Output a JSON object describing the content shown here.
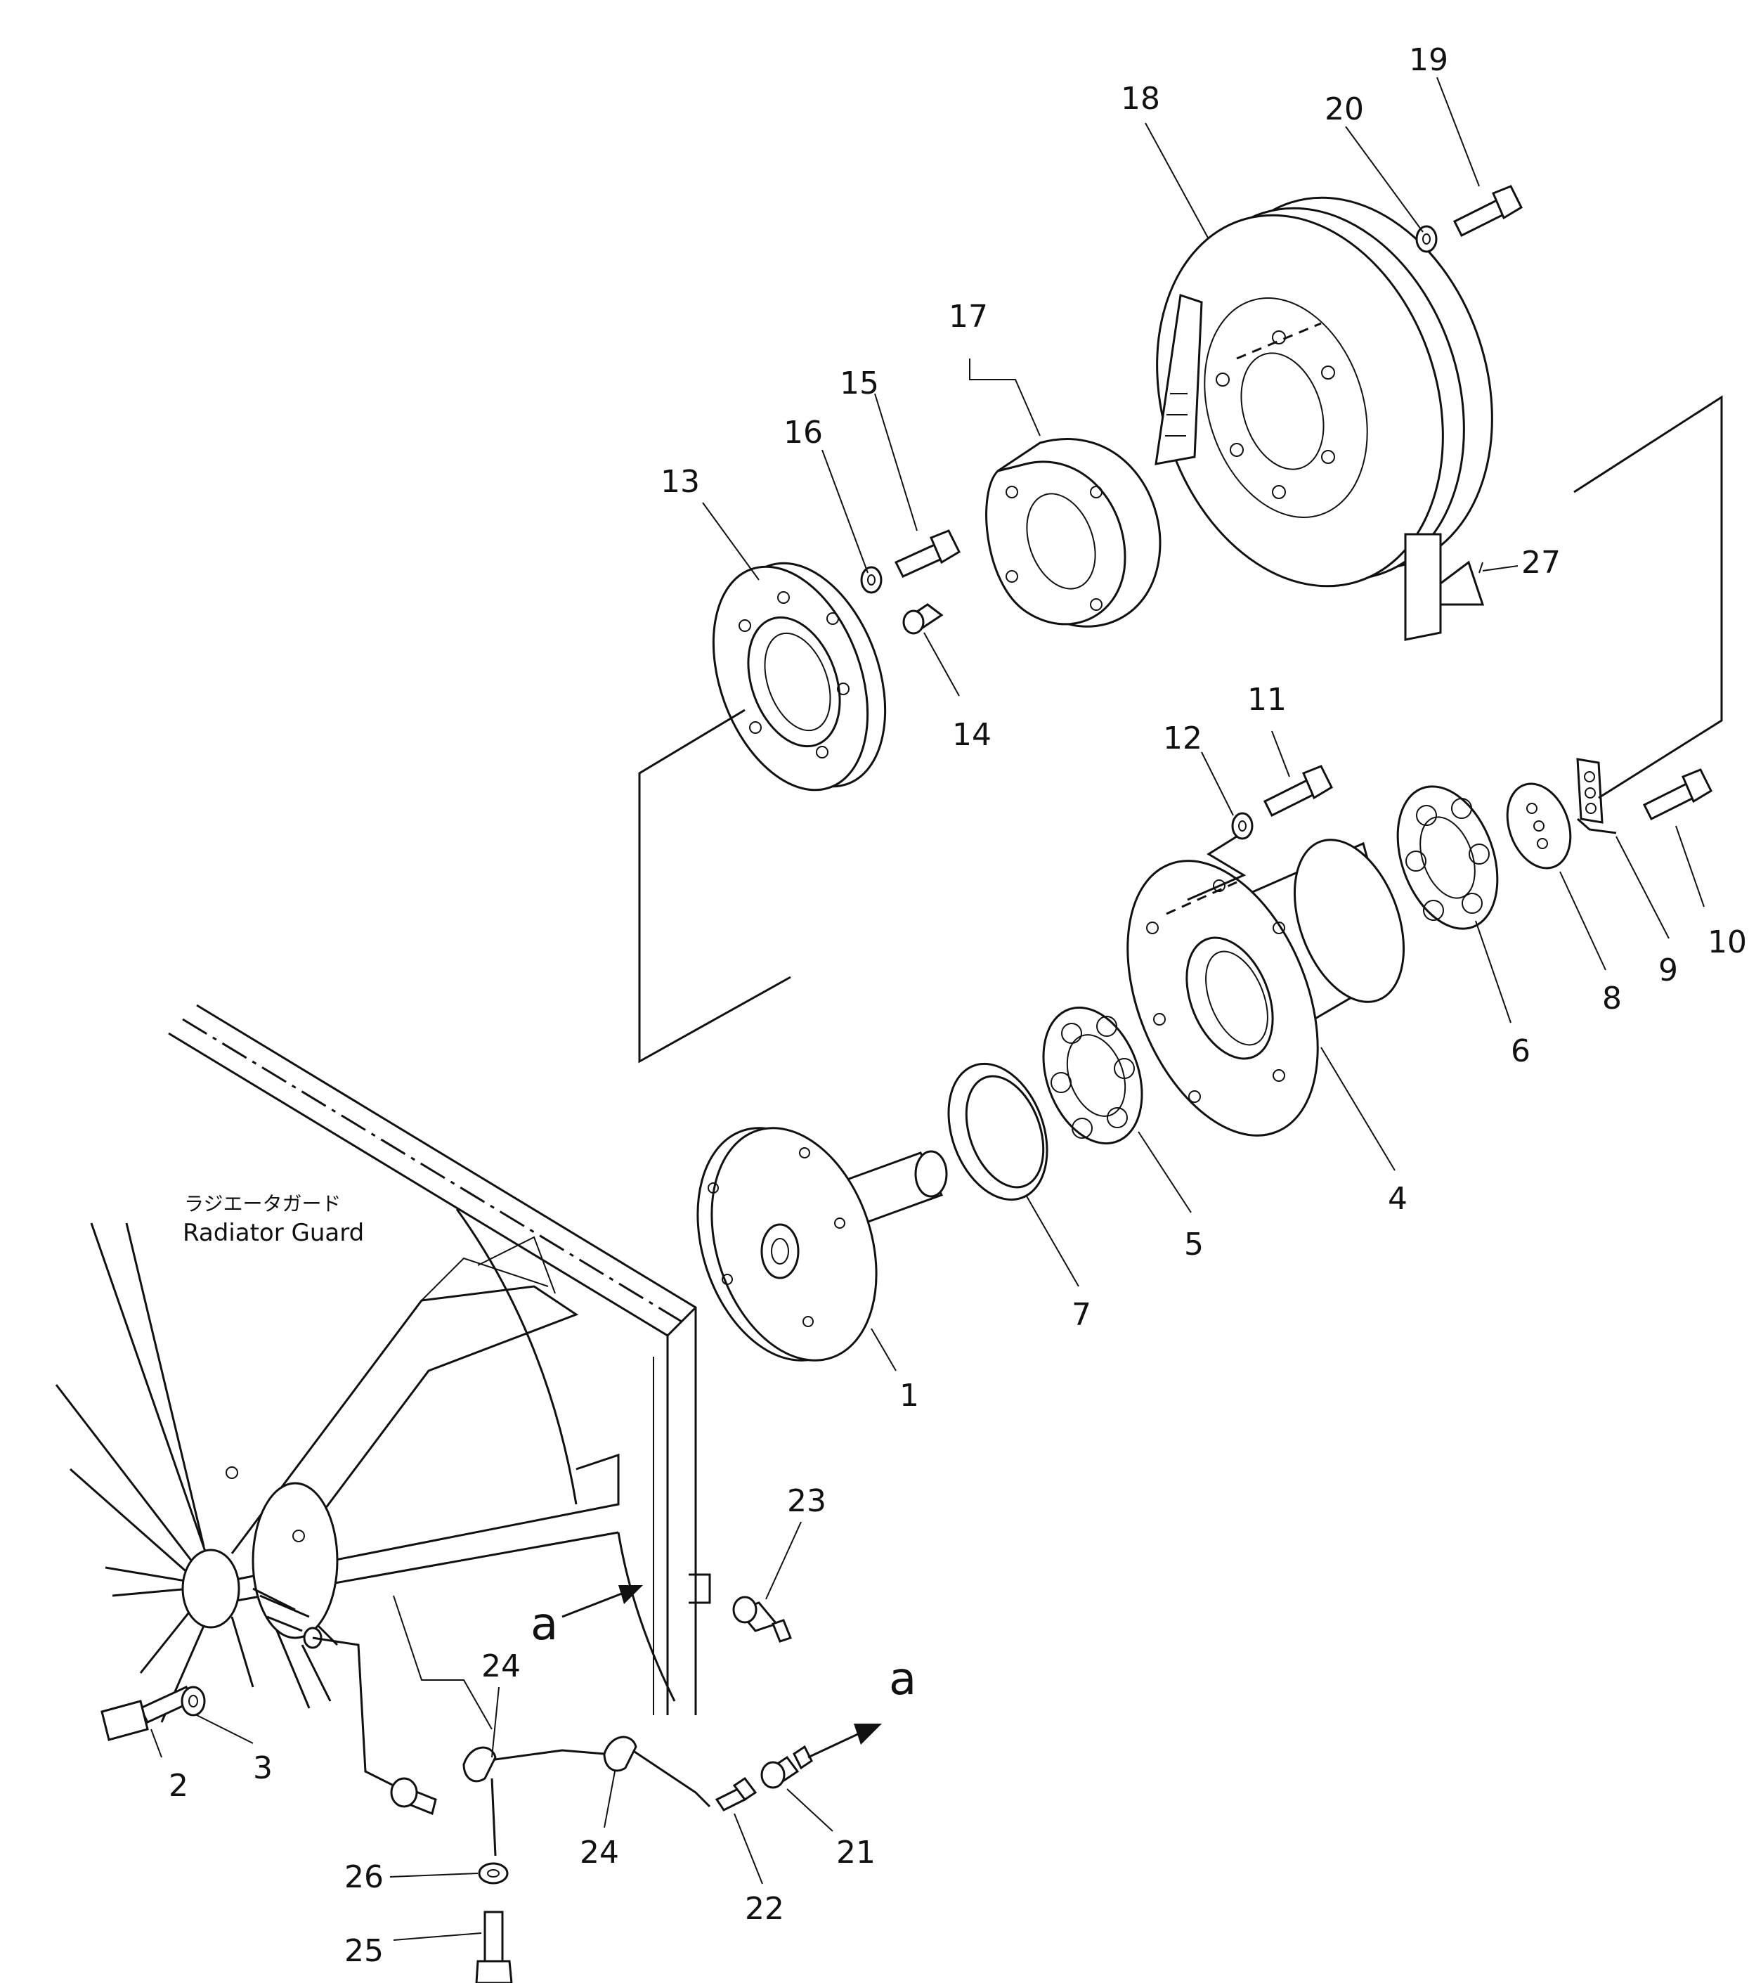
{
  "diagram": {
    "radiator_guard_label_jp": "ラジエータガード",
    "radiator_guard_label_en": "Radiator  Guard",
    "callouts": [
      {
        "id": "1",
        "text": "1"
      },
      {
        "id": "2",
        "text": "2"
      },
      {
        "id": "3",
        "text": "3"
      },
      {
        "id": "4",
        "text": "4"
      },
      {
        "id": "5",
        "text": "5"
      },
      {
        "id": "6",
        "text": "6"
      },
      {
        "id": "7",
        "text": "7"
      },
      {
        "id": "8",
        "text": "8"
      },
      {
        "id": "9",
        "text": "9"
      },
      {
        "id": "10",
        "text": "10"
      },
      {
        "id": "11",
        "text": "11"
      },
      {
        "id": "12",
        "text": "12"
      },
      {
        "id": "13",
        "text": "13"
      },
      {
        "id": "14",
        "text": "14"
      },
      {
        "id": "15",
        "text": "15"
      },
      {
        "id": "16",
        "text": "16"
      },
      {
        "id": "17",
        "text": "17"
      },
      {
        "id": "18",
        "text": "18"
      },
      {
        "id": "19",
        "text": "19"
      },
      {
        "id": "20",
        "text": "20"
      },
      {
        "id": "21",
        "text": "21"
      },
      {
        "id": "22",
        "text": "22"
      },
      {
        "id": "23",
        "text": "23"
      },
      {
        "id": "24a",
        "text": "24"
      },
      {
        "id": "24b",
        "text": "24"
      },
      {
        "id": "25",
        "text": "25"
      },
      {
        "id": "26",
        "text": "26"
      },
      {
        "id": "27",
        "text": "27"
      }
    ],
    "arrow_marker_upper": "a",
    "arrow_marker_lower": "a"
  }
}
